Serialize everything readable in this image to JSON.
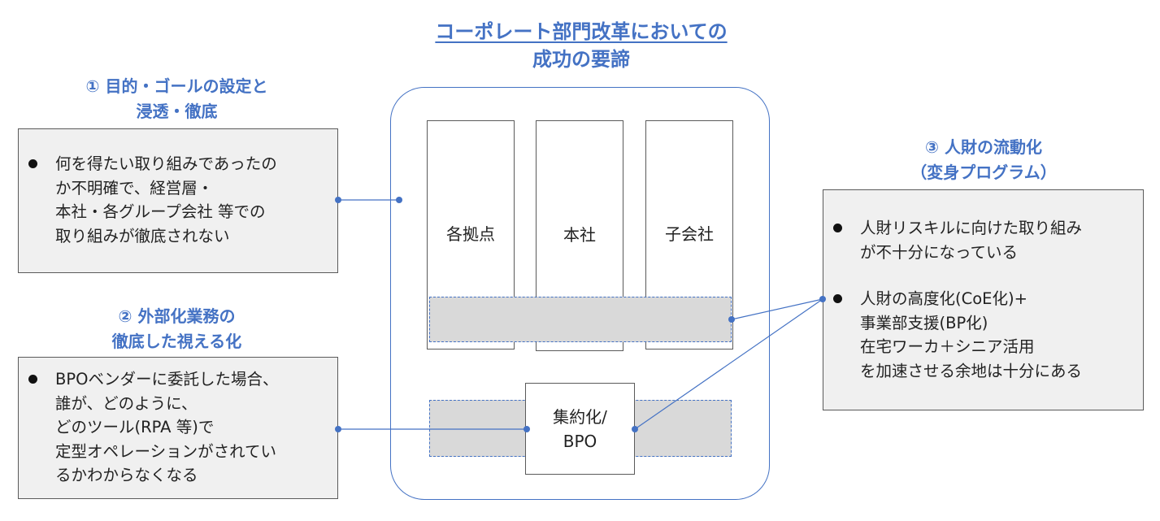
{
  "title": {
    "line1": "コーポレート部門改革においての",
    "line2": "成功の要諦"
  },
  "headings": {
    "h1": {
      "line1": "① 目的・ゴールの設定と",
      "line2": "浸透・徹底"
    },
    "h2": {
      "line1": "② 外部化業務の",
      "line2": "徹底した視える化"
    },
    "h3": {
      "line1": "③ 人財の流動化",
      "line2": "（変身プログラム）"
    }
  },
  "box1": {
    "lines": [
      "何を得たい取り組みであったの",
      "か不明確で、経営層・",
      "本社・各グループ会社 等での",
      "取り組みが徹底されない"
    ]
  },
  "box2": {
    "lines": [
      "BPOベンダーに委託した場合、",
      "誰が、どのように、",
      "どのツール(RPA 等)で",
      "定型オペレーションがされてい",
      "るかわからなくなる"
    ]
  },
  "box3": {
    "bullet1": [
      "人財リスキルに向けた取り組み",
      "が不十分になっている"
    ],
    "bullet2": [
      "人財の高度化(CoE化)+",
      "事業部支援(BP化)",
      "在宅ワーカ＋シニア活用",
      "を加速させる余地は十分にある"
    ]
  },
  "org": {
    "columns": [
      "各拠点",
      "本社",
      "子会社"
    ],
    "bpo": {
      "line1": "集約化/",
      "line2": "BPO"
    }
  },
  "colors": {
    "accent": "#4472c4",
    "box_fill": "#f0f0f0",
    "band_fill": "#d9d9d9",
    "border": "#5a5a5a"
  }
}
